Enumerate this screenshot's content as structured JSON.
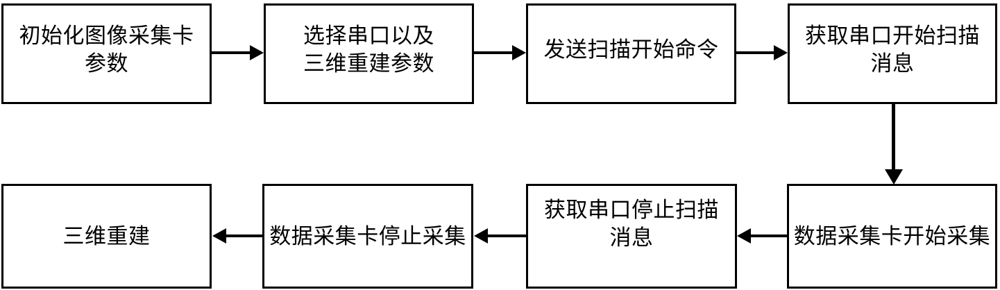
{
  "diagram": {
    "type": "flowchart",
    "orientation": "two-row serpentine, left-to-right then right-to-left",
    "background_color": "#ffffff",
    "line_color": "#000000",
    "nodes": [
      {
        "id": "n1",
        "label": "初始化图像采集卡\n参数"
      },
      {
        "id": "n2",
        "label": "选择串口以及\n三维重建参数"
      },
      {
        "id": "n3",
        "label": "发送扫描开始命令"
      },
      {
        "id": "n4",
        "label": "获取串口开始扫描\n消息"
      },
      {
        "id": "n5",
        "label": "数据采集卡开始采集"
      },
      {
        "id": "n6",
        "label": "获取串口停止扫描\n消息"
      },
      {
        "id": "n7",
        "label": "数据采集卡停止采集"
      },
      {
        "id": "n8",
        "label": "三维重建"
      }
    ],
    "edges": [
      {
        "id": "e1",
        "from": "n1",
        "to": "n2",
        "direction": "right"
      },
      {
        "id": "e2",
        "from": "n2",
        "to": "n3",
        "direction": "right"
      },
      {
        "id": "e3",
        "from": "n3",
        "to": "n4",
        "direction": "right"
      },
      {
        "id": "e4",
        "from": "n4",
        "to": "n5",
        "direction": "down"
      },
      {
        "id": "e5",
        "from": "n5",
        "to": "n6",
        "direction": "left"
      },
      {
        "id": "e6",
        "from": "n6",
        "to": "n7",
        "direction": "left"
      },
      {
        "id": "e7",
        "from": "n7",
        "to": "n8",
        "direction": "left"
      }
    ]
  }
}
